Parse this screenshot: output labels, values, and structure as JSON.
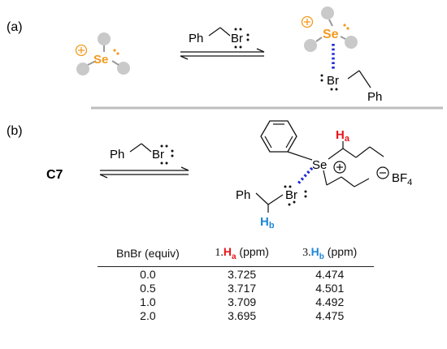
{
  "panel_a": {
    "label": "(a)",
    "reagent": {
      "ph": "Ph",
      "br": "Br"
    },
    "reactant_atom": "Se",
    "product": {
      "se": "Se",
      "br": "Br",
      "ph": "Ph"
    }
  },
  "panel_b": {
    "label": "(b)",
    "compound": "C7",
    "reagent": {
      "ph": "Ph",
      "br": "Br"
    },
    "se": "Se",
    "ha": "H",
    "ha_sub": "a",
    "hb": "H",
    "hb_sub": "b",
    "ph": "Ph",
    "br": "Br",
    "counterion": "BF",
    "counterion_sub": "4"
  },
  "table": {
    "headers": {
      "col1": "BnBr (equiv)",
      "col2_prefix": "1.",
      "col2_h": "H",
      "col2_sub": "a",
      "col2_unit": "(ppm)",
      "col3_prefix": "3.",
      "col3_h": "H",
      "col3_sub": "b",
      "col3_unit": "(ppm)"
    },
    "rows": [
      [
        "0.0",
        "3.725",
        "4.474"
      ],
      [
        "0.5",
        "3.717",
        "4.501"
      ],
      [
        "1.0",
        "3.709",
        "4.492"
      ],
      [
        "2.0",
        "3.695",
        "4.475"
      ]
    ]
  },
  "colors": {
    "selenium": "#f39a1e",
    "ha": "#e8161b",
    "hb": "#1e88d8",
    "interaction": "#1f2bd6",
    "atom_gray": "#c9c9c9"
  }
}
